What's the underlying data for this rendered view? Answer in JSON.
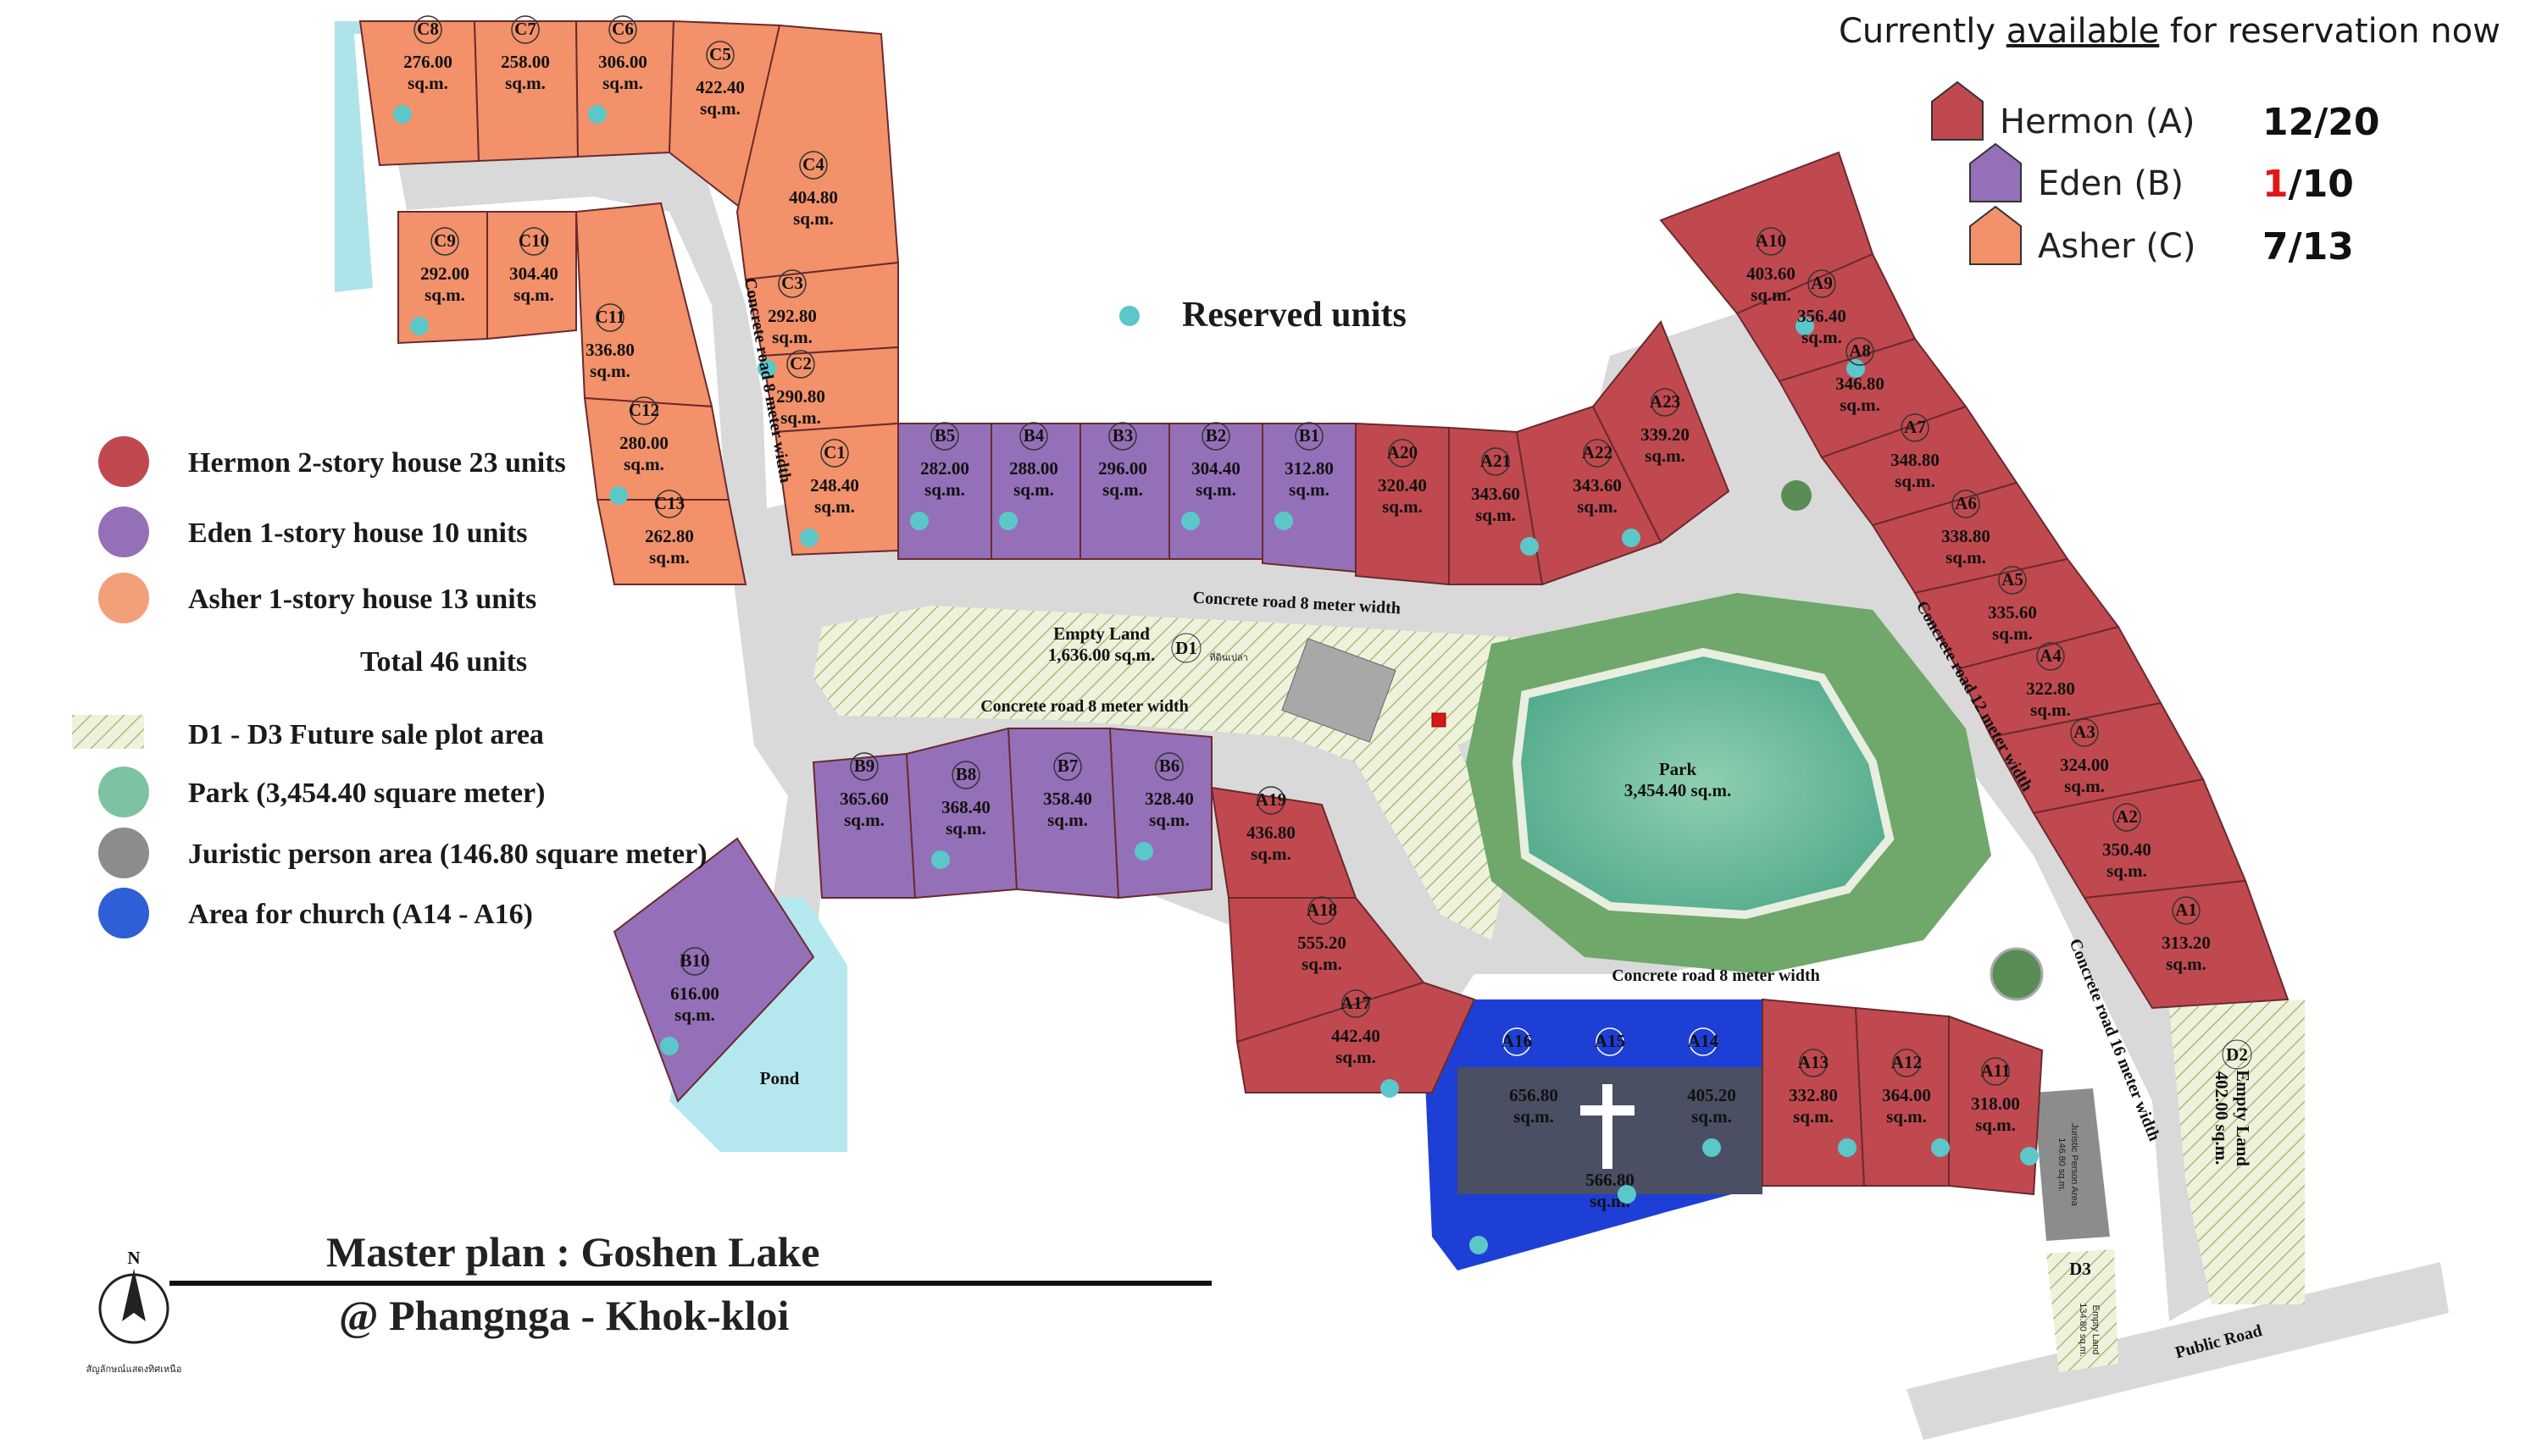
{
  "header": {
    "title_pre": "Currently ",
    "title_underlined": "available",
    "title_post": " for reservation now"
  },
  "availability": [
    {
      "name": "Hermon (A)",
      "avail": "12",
      "total": "/20",
      "color": "#c0494f",
      "highlight": false
    },
    {
      "name": "Eden (B)",
      "avail": "1",
      "total": "/10",
      "color": "#9470b8",
      "highlight": true
    },
    {
      "name": "Asher (C)",
      "avail": "7",
      "total": "/13",
      "color": "#f2916a",
      "highlight": false
    }
  ],
  "reserved_label": "Reserved units",
  "legend": [
    {
      "color": "#c0494f",
      "text": "Hermon 2-story house  23 units"
    },
    {
      "color": "#9470b8",
      "text": "Eden      1-story house  10 units"
    },
    {
      "color": "#f2a07a",
      "text": "Asher    1-story house  13 units"
    },
    {
      "color": "",
      "text": "Total    46 units"
    },
    {
      "color": "hatch",
      "text": "D1 - D3 Future sale plot area"
    },
    {
      "color": "#7dc2a3",
      "text": "Park (3,454.40 square meter)"
    },
    {
      "color": "#8c8c8c",
      "text": "Juristic person area (146.80 square meter)"
    },
    {
      "color": "#2f5fd6",
      "text": "Area for church (A14 - A16)"
    }
  ],
  "roads": [
    "Concrete road 8 meter width",
    "Concrete road 8 meter width",
    "Concrete road 8 meter width",
    "Concrete road 8 meter width",
    "Concrete road 12 meter width",
    "Concrete road 16 meter width",
    "Public Road"
  ],
  "plots": {
    "C8": "276.00",
    "C7": "258.00",
    "C6": "306.00",
    "C5": "422.40",
    "C4": "404.80",
    "C9": "292.00",
    "C10": "304.40",
    "C11": "336.80",
    "C12": "280.00",
    "C13": "262.80",
    "C3": "292.80",
    "C2": "290.80",
    "C1": "248.40",
    "B5": "282.00",
    "B4": "288.00",
    "B3": "296.00",
    "B2": "304.40",
    "B1": "312.80",
    "B9": "365.60",
    "B8": "368.40",
    "B7": "358.40",
    "B6": "328.40",
    "B10": "616.00",
    "A20": "320.40",
    "A21": "343.60",
    "A22": "343.60",
    "A23": "339.20",
    "A10": "403.60",
    "A9": "356.40",
    "A8": "346.80",
    "A7": "348.80",
    "A6": "338.80",
    "A5": "335.60",
    "A4": "322.80",
    "A3": "324.00",
    "A2": "350.40",
    "A1": "313.20",
    "A19": "436.80",
    "A18": "555.20",
    "A17": "442.40",
    "A16": "656.80",
    "A15": "566.80",
    "A14": "405.20",
    "A13": "332.80",
    "A12": "364.00",
    "A11": "318.00"
  },
  "unit": "sq.m.",
  "empty_land_1": {
    "label": "Empty Land",
    "area": "1,636.00 sq.m.",
    "code": "D1",
    "thai": "ที่ดินเปล่า"
  },
  "empty_land_2": {
    "label": "Empty Land",
    "area": "402.00 sq.m.",
    "code": "D2"
  },
  "empty_land_3": {
    "code": "D3",
    "label": "Empty Land",
    "area": "134.80 sq.m."
  },
  "juristic": {
    "label": "Juristic Person Area",
    "area": "146.80 sq.m."
  },
  "park": {
    "label": "Park",
    "area": "3,454.40 sq.m."
  },
  "pond": "Pond",
  "footer": {
    "title": "Master plan : Goshen Lake",
    "subtitle": "@ Phangnga - Khok-kloi",
    "north": "N",
    "north_thai": "สัญลักษณ์แสดงทิศเหนือ"
  }
}
